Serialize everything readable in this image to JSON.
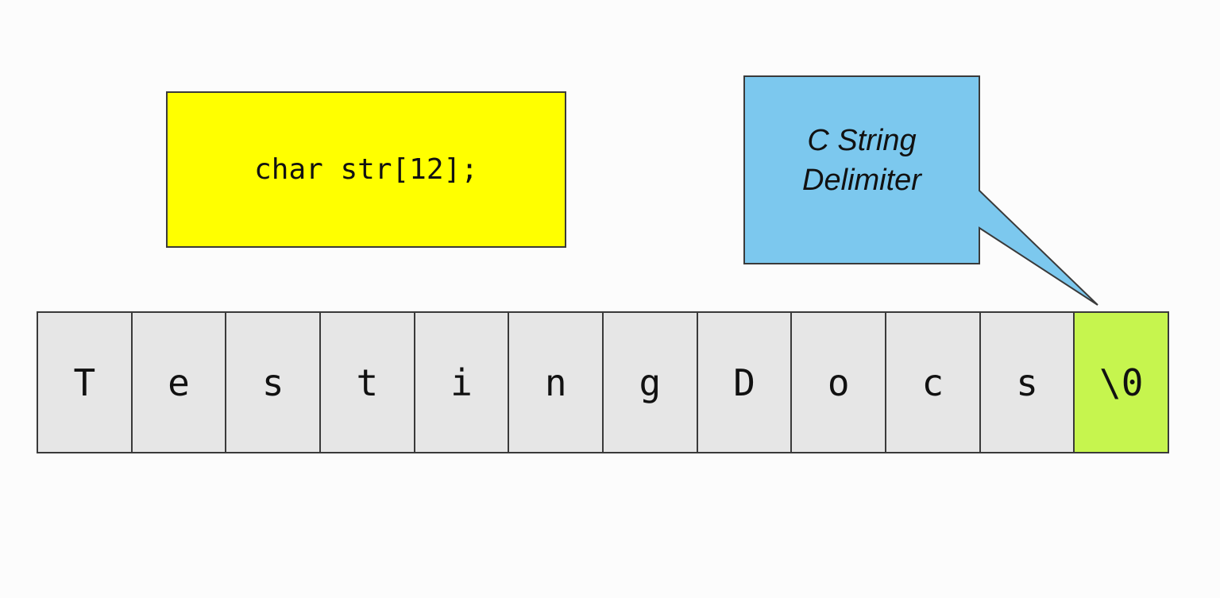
{
  "declaration": {
    "code": "char str[12];",
    "color": "#ffff00"
  },
  "callout": {
    "line1": "C String",
    "line2": "Delimiter",
    "color": "#7cc8ee"
  },
  "cells": [
    {
      "char": "T",
      "color": "#e6e6e6"
    },
    {
      "char": "e",
      "color": "#e6e6e6"
    },
    {
      "char": "s",
      "color": "#e6e6e6"
    },
    {
      "char": "t",
      "color": "#e6e6e6"
    },
    {
      "char": "i",
      "color": "#e6e6e6"
    },
    {
      "char": "n",
      "color": "#e6e6e6"
    },
    {
      "char": "g",
      "color": "#e6e6e6"
    },
    {
      "char": "D",
      "color": "#e6e6e6"
    },
    {
      "char": "o",
      "color": "#e6e6e6"
    },
    {
      "char": "c",
      "color": "#e6e6e6"
    },
    {
      "char": "s",
      "color": "#e6e6e6"
    },
    {
      "char": "\\0",
      "color": "#c6f54e"
    }
  ]
}
